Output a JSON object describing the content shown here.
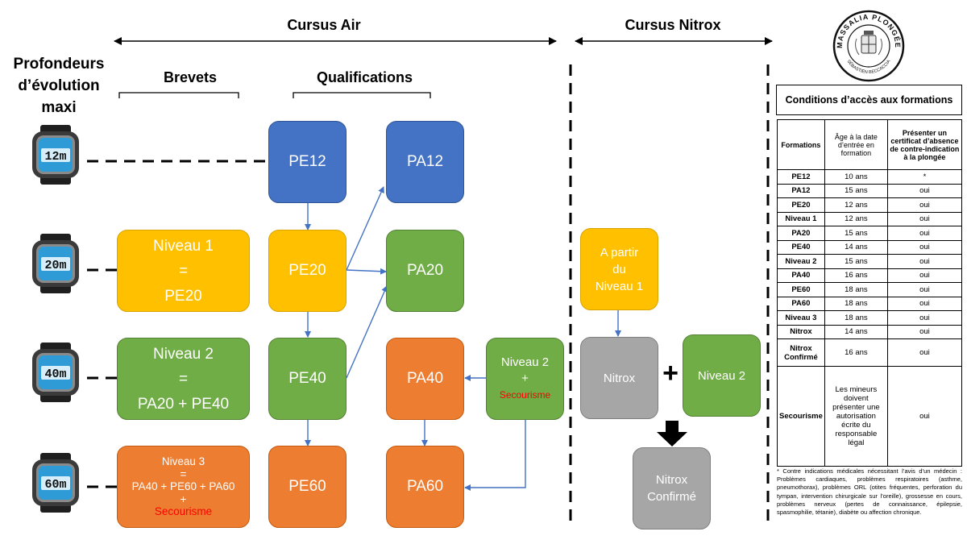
{
  "headers": {
    "cursus_air": "Cursus Air",
    "cursus_nitrox": "Cursus Nitrox",
    "profondeurs": "Profondeurs d’évolution maxi",
    "brevets": "Brevets",
    "qualifications": "Qualifications"
  },
  "depths": [
    "12m",
    "20m",
    "40m",
    "60m"
  ],
  "boxes": {
    "pe12": "PE12",
    "pa12": "PA12",
    "pe20": "PE20",
    "pa20": "PA20",
    "pe40": "PE40",
    "pa40": "PA40",
    "pe60": "PE60",
    "pa60": "PA60",
    "niveau1": {
      "l1": "Niveau 1",
      "l2": "=",
      "l3": "PE20"
    },
    "niveau2": {
      "l1": "Niveau 2",
      "l2": "=",
      "l3": "PA20 + PE40"
    },
    "niveau3": {
      "l1": "Niveau 3",
      "l2": "=",
      "l3": "PA40 + PE60 + PA60",
      "l4": "+",
      "l5": "Secourisme"
    },
    "niveau2_secourisme": {
      "l1": "Niveau 2",
      "l2": "+",
      "l3": "Secourisme"
    },
    "a_partir": {
      "l1": "A partir",
      "l2": "du",
      "l3": "Niveau 1"
    },
    "nitrox": "Nitrox",
    "plus": "+",
    "nitrox_niveau2": "Niveau 2",
    "nitrox_confirme": {
      "l1": "Nitrox",
      "l2": "Confirmé"
    }
  },
  "logo": {
    "top": "MASSALIA PLONGÉE",
    "bottom": "SÉBASTIEN BECCACCIA"
  },
  "conditions": {
    "title": "Conditions d’accès aux formations",
    "headers": [
      "Formations",
      "Âge à la date d’entrée en formation",
      "Présenter un certificat d’absence de contre-indication à la plongée"
    ],
    "rows": [
      [
        "PE12",
        "10 ans",
        "*"
      ],
      [
        "PA12",
        "15 ans",
        "oui"
      ],
      [
        "PE20",
        "12 ans",
        "oui"
      ],
      [
        "Niveau 1",
        "12 ans",
        "oui"
      ],
      [
        "PA20",
        "15 ans",
        "oui"
      ],
      [
        "PE40",
        "14 ans",
        "oui"
      ],
      [
        "Niveau 2",
        "15 ans",
        "oui"
      ],
      [
        "PA40",
        "16 ans",
        "oui"
      ],
      [
        "PE60",
        "18 ans",
        "oui"
      ],
      [
        "PA60",
        "18 ans",
        "oui"
      ],
      [
        "Niveau 3",
        "18 ans",
        "oui"
      ],
      [
        "Nitrox",
        "14 ans",
        "oui"
      ],
      [
        "Nitrox Confirmé",
        "16 ans",
        "oui"
      ],
      [
        "Secourisme",
        "Les mineurs doivent présenter une autorisation écrite du responsable légal",
        "oui"
      ]
    ],
    "footnote": "* Contre indications médicales nécessitant l’avis d’un médecin : Problèmes cardiaques, problèmes respiratoires (asthme, pneumothorax), problèmes ORL (otites fréquentes, perforation du tympan, intervention chirurgicale sur l’oreille), grossesse en cours, problèmes nerveux (pertes de connaissance, épilepsie, spasmophilie, tétanie), diabète ou affection chronique."
  }
}
